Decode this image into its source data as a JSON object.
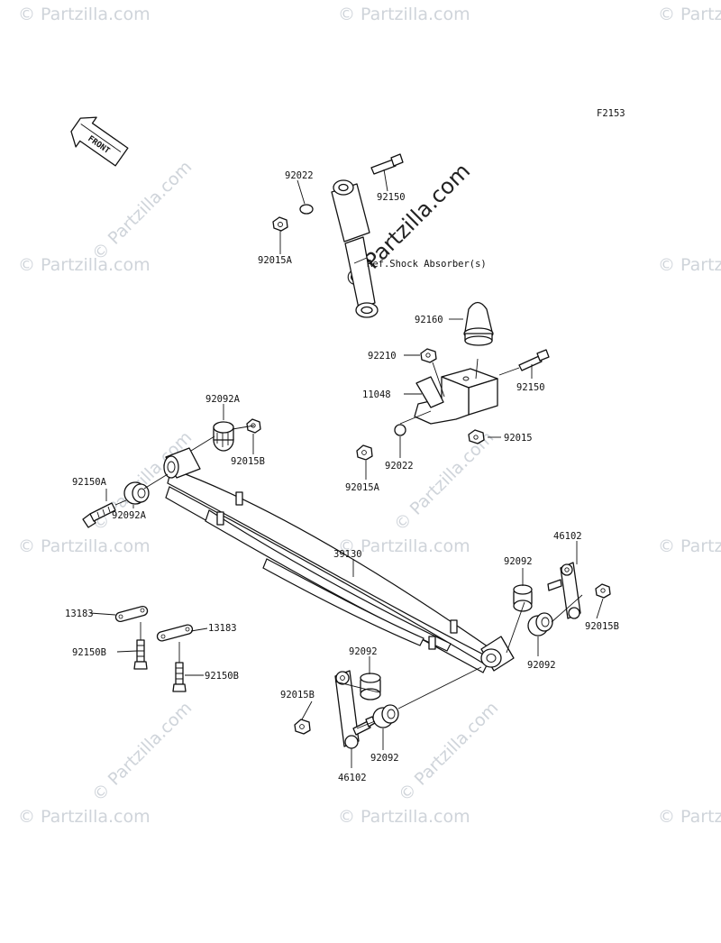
{
  "figure_code": "F2153",
  "front_arrow_text": "FRONT",
  "watermark_text": "© Partzilla.com",
  "labels": {
    "p92022_top": "92022",
    "p92150_top": "92150",
    "p92015A_top": "92015A",
    "ref_note": "Ref.Shock Absorber(s)",
    "p92160": "92160",
    "p92210": "92210",
    "p11048": "11048",
    "p92150_mid": "92150",
    "p92015_mid": "92015",
    "p92022_mid": "92022",
    "p92015A_mid": "92015A",
    "p92092A_top": "92092A",
    "p92015B_left": "92015B",
    "p92150A": "92150A",
    "p92092A_left": "92092A",
    "p39130": "39130",
    "p46102_right": "46102",
    "p92092_right_a": "92092",
    "p92092_right_b": "92092",
    "p92015B_right": "92015B",
    "p13183_a": "13183",
    "p13183_b": "13183",
    "p92150B_a": "92150B",
    "p92150B_b": "92150B",
    "p92092_low_a": "92092",
    "p92092_low_b": "92092",
    "p92015B_low": "92015B",
    "p46102_low": "46102"
  }
}
